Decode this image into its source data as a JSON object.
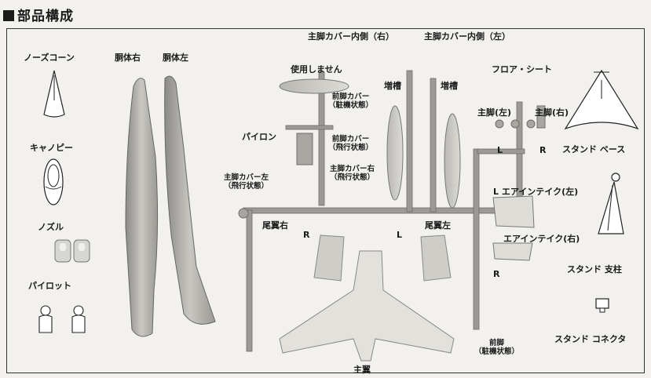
{
  "heading": "部品構成",
  "left_parts": {
    "nose_cone": "ノーズコーン",
    "canopy": "キャノピー",
    "nozzle": "ノズル",
    "pilot": "パイロット"
  },
  "fuselage": {
    "right": "胴体右",
    "left": "胴体左"
  },
  "sprue_labels": {
    "unused": "使用しません",
    "main_gear_cover_inner_right": "主脚カバー内側（右）",
    "main_gear_cover_inner_left": "主脚カバー内側（左）",
    "drop_tank_1": "増槽",
    "drop_tank_2": "増槽",
    "floor_seat": "フロア・シート",
    "front_gear_cover_parked": "前脚カバー\n（駐機状態）",
    "pylon": "パイロン",
    "front_gear_cover_flight": "前脚カバー\n（飛行状態）",
    "main_gear_cover_right_flight": "主脚カバー右\n（飛行状態）",
    "main_gear_cover_left_flight": "主脚カバー左\n（飛行状態）",
    "main_gear_left": "主脚(左)",
    "main_gear_right": "主脚(右)",
    "mark_L_gear": "L",
    "mark_R_gear": "R",
    "air_intake_left": "L エアインテイク(左)",
    "air_intake_right": "エアインテイク(右)",
    "mark_R_intake": "R",
    "tail_right": "尾翼右",
    "tail_left": "尾翼左",
    "mark_R_tail": "R",
    "mark_L_tail": "L",
    "front_gear_parked": "前脚\n（駐機状態）",
    "main_wing": "主翼"
  },
  "stand_parts": {
    "base": "スタンド ベース",
    "pole": "スタンド 支柱",
    "connector": "スタンド コネクタ"
  }
}
